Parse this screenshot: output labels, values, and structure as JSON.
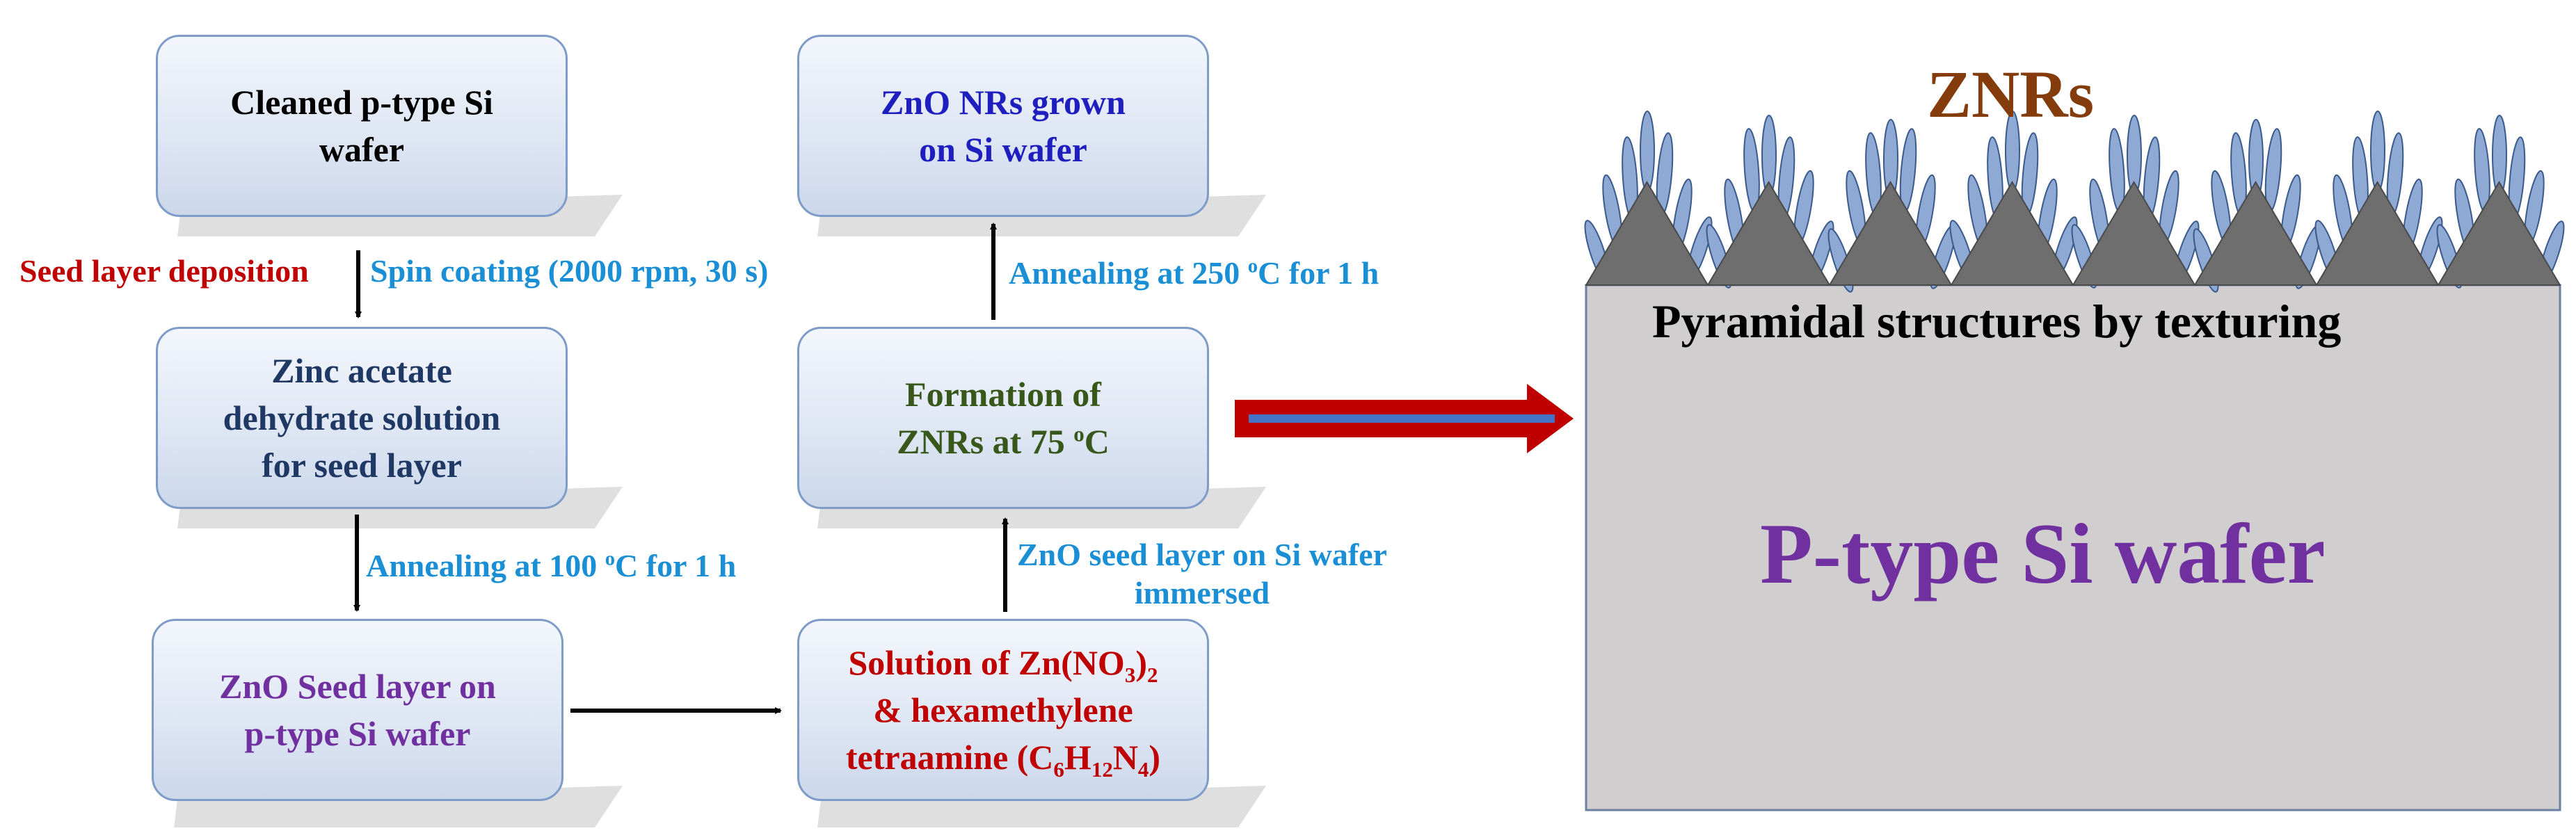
{
  "boxes": {
    "cleaned": {
      "line1": "Cleaned p-type Si",
      "line2": "wafer",
      "color": "#000000"
    },
    "zinc_acetate": {
      "line1": "Zinc acetate",
      "line2": "dehydrate solution",
      "line3": "for seed layer",
      "color": "#1f3864"
    },
    "seed_layer": {
      "line1": "ZnO Seed layer on",
      "line2": "p-type Si wafer",
      "color": "#7030a0"
    },
    "solution": {
      "line1_a": "Solution of Zn(NO",
      "line1_sub": "3",
      "line1_b": ")",
      "line1_sub2": "2",
      "line2": "& hexamethylene",
      "line3_a": "tetraamine (C",
      "line3_sub1": "6",
      "line3_b": "H",
      "line3_sub2": "12",
      "line3_c": "N",
      "line3_sub3": "4",
      "line3_d": ")",
      "color": "#c00000"
    },
    "formation": {
      "line1": "Formation of",
      "line2_a": "ZNRs at 75 ",
      "line2_sup": "o",
      "line2_b": "C",
      "color": "#38571a"
    },
    "grown": {
      "line1": "ZnO NRs grown",
      "line2": "on Si wafer",
      "color": "#1f1fbf"
    }
  },
  "labels": {
    "seed_dep": "Seed layer deposition",
    "spin": "Spin coating (2000 rpm, 30 s)",
    "anneal100_a": "Annealing at 100 ",
    "anneal100_sup": "o",
    "anneal100_b": "C for 1 h",
    "immersed_line1": "ZnO seed layer on Si wafer",
    "immersed_line2": "immersed",
    "anneal250_a": "Annealing at 250 ",
    "anneal250_sup": "o",
    "anneal250_b": "C for 1 h"
  },
  "wafer": {
    "znrs": "ZNRs",
    "pyramidal": "Pyramidal structures by texturing",
    "ptype": "P-type Si wafer"
  },
  "colors": {
    "box_border": "#7f9cc9",
    "seed_dep_label": "#c00000",
    "step_label": "#1a8fd6",
    "znrs_label": "#843c0c",
    "ptype_label": "#7030a0",
    "rod_fill": "#8ea9d4",
    "rod_stroke": "#3a5a8c",
    "pyramid": "#6e6e6e",
    "wafer": "#d0cece",
    "big_arrow": "#c00000",
    "big_arrow_stripe": "#4472c4"
  }
}
